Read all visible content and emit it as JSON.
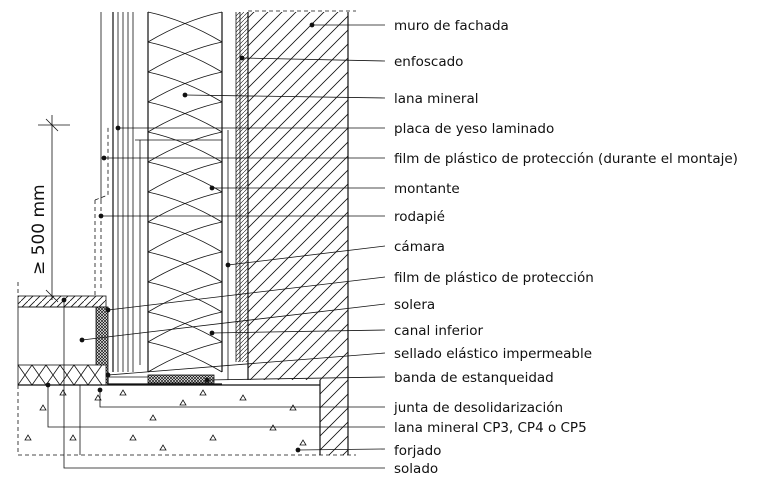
{
  "dimension": {
    "text": "≥ 500 mm"
  },
  "labels": [
    {
      "id": "muro-de-fachada",
      "text": "muro de fachada"
    },
    {
      "id": "enfoscado",
      "text": "enfoscado"
    },
    {
      "id": "lana-mineral",
      "text": "lana mineral"
    },
    {
      "id": "placa-de-yeso-laminado",
      "text": "placa de yeso laminado"
    },
    {
      "id": "film-proteccion-montaje",
      "text": "film de plástico de protección (durante el montaje)"
    },
    {
      "id": "montante",
      "text": "montante"
    },
    {
      "id": "rodapie",
      "text": "rodapié"
    },
    {
      "id": "camara",
      "text": "cámara"
    },
    {
      "id": "film-proteccion",
      "text": "film de plástico de protección"
    },
    {
      "id": "solera",
      "text": "solera"
    },
    {
      "id": "canal-inferior",
      "text": "canal inferior"
    },
    {
      "id": "sellado-elastico",
      "text": "sellado elástico impermeable"
    },
    {
      "id": "banda-estanqueidad",
      "text": "banda de estanqueidad"
    },
    {
      "id": "junta-desolidarizacion",
      "text": "junta de desolidarización"
    },
    {
      "id": "lana-mineral-cp",
      "text": "lana mineral CP3, CP4 o CP5"
    },
    {
      "id": "forjado",
      "text": "forjado"
    },
    {
      "id": "solado",
      "text": "solado"
    }
  ]
}
